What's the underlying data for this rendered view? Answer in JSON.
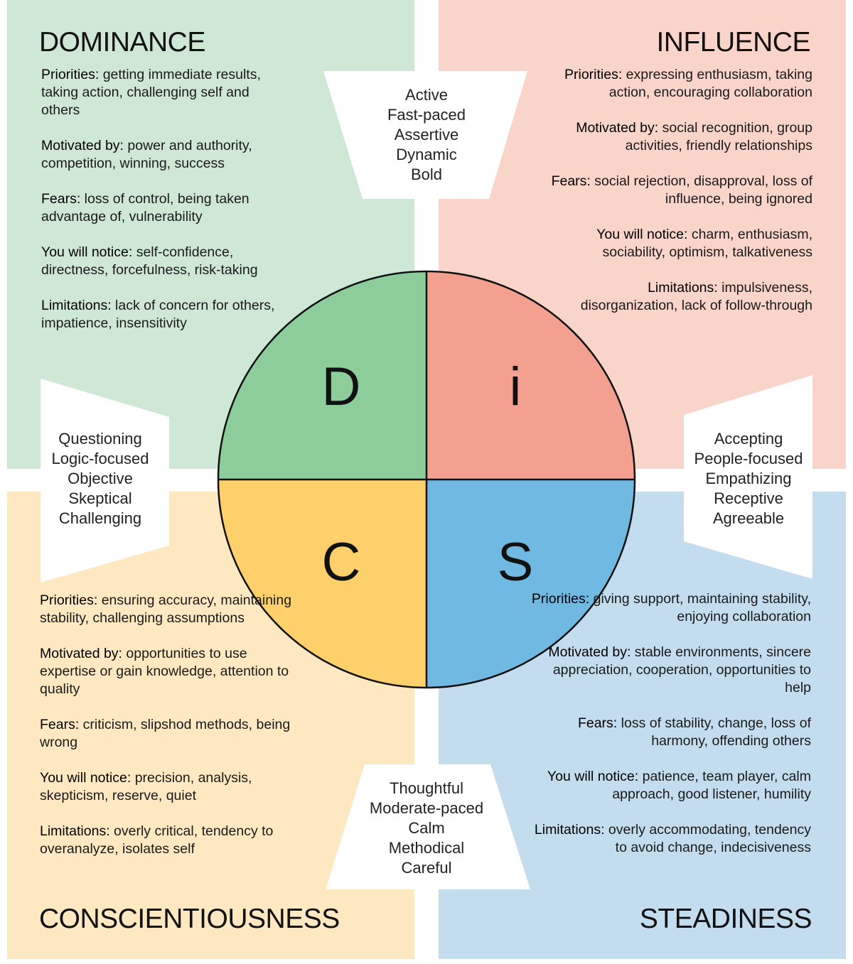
{
  "colors": {
    "d_background": "#cfe8d6",
    "d_circle": "#8dcc9b",
    "i_background": "#f9d4c8",
    "i_circle": "#f4a091",
    "c_background": "#fee8c1",
    "c_circle": "#fed06b",
    "s_background": "#c3ddef",
    "s_circle": "#70b9e2"
  },
  "quadrants": {
    "d": {
      "title": "DOMINANCE",
      "letter": "D",
      "traits": [
        {
          "label": "Priorities:",
          "text": " getting immediate results, taking action, challenging self and others"
        },
        {
          "label": "Motivated by:",
          "text": " power and authority, competition, winning, success"
        },
        {
          "label": "Fears:",
          "text": " loss of control, being taken advantage of, vulnerability"
        },
        {
          "label": "You will notice:",
          "text": " self-confidence, directness, forcefulness, risk-taking"
        },
        {
          "label": "Limitations:",
          "text": " lack of concern for others, impatience, insensitivity"
        }
      ]
    },
    "i": {
      "title": "INFLUENCE",
      "letter": "i",
      "traits": [
        {
          "label": "Priorities:",
          "text": " expressing enthusiasm, taking action, encouraging collaboration"
        },
        {
          "label": "Motivated by:",
          "text": " social recognition, group activities, friendly relationships"
        },
        {
          "label": "Fears:",
          "text": " social rejection, disapproval, loss of influence, being ignored"
        },
        {
          "label": "You will notice:",
          "text": " charm, enthusiasm, sociability, optimism, talkativeness"
        },
        {
          "label": "Limitations:",
          "text": " impulsiveness, disorganization, lack of follow-through"
        }
      ]
    },
    "c": {
      "title": "CONSCIENTIOUSNESS",
      "letter": "C",
      "traits": [
        {
          "label": "Priorities:",
          "text": " ensuring accuracy, maintaining stability, challenging assumptions"
        },
        {
          "label": "Motivated by:",
          "text": " opportunities to use expertise or gain knowledge, attention to quality"
        },
        {
          "label": "Fears:",
          "text": " criticism, slipshod methods, being wrong"
        },
        {
          "label": "You will notice:",
          "text": " precision, analysis, skepticism, reserve, quiet"
        },
        {
          "label": "Limitations:",
          "text": " overly critical, tendency to overanalyze, isolates self"
        }
      ]
    },
    "s": {
      "title": "STEADINESS",
      "letter": "S",
      "traits": [
        {
          "label": "Priorities:",
          "text": " giving support, maintaining stability, enjoying collaboration"
        },
        {
          "label": "Motivated by:",
          "text": " stable environments, sincere appreciation, cooperation, opportunities to help"
        },
        {
          "label": "Fears:",
          "text": " loss of stability, change, loss of harmony, offending others"
        },
        {
          "label": "You will notice:",
          "text": " patience, team player, calm approach, good listener, humility"
        },
        {
          "label": "Limitations:",
          "text": " overly accommodating, tendency to avoid change, indecisiveness"
        }
      ]
    }
  },
  "axes": {
    "top": [
      "Active",
      "Fast-paced",
      "Assertive",
      "Dynamic",
      "Bold"
    ],
    "bottom": [
      "Thoughtful",
      "Moderate-paced",
      "Calm",
      "Methodical",
      "Careful"
    ],
    "left": [
      "Questioning",
      "Logic-focused",
      "Objective",
      "Skeptical",
      "Challenging"
    ],
    "right": [
      "Accepting",
      "People-focused",
      "Empathizing",
      "Receptive",
      "Agreeable"
    ]
  }
}
